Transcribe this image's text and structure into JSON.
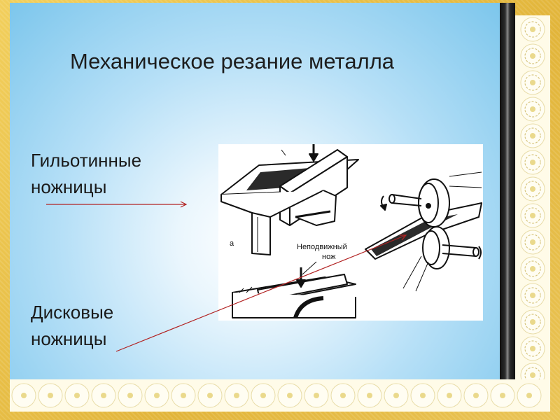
{
  "slide": {
    "title": "Механическое резание металла",
    "guillotine_label_line1": "Гильотинные",
    "guillotine_label_line2": "ножницы",
    "disc_label_line1": "Дисковые",
    "disc_label_line2": "ножницы"
  },
  "illustration": {
    "fixed_knife_line1": "Неподвижный",
    "fixed_knife_line2": "нож",
    "figure_marker": "а"
  },
  "colors": {
    "frame": "#e8c14a",
    "slide_blue": "#7cc6ec",
    "arrow_red": "#b22222"
  }
}
